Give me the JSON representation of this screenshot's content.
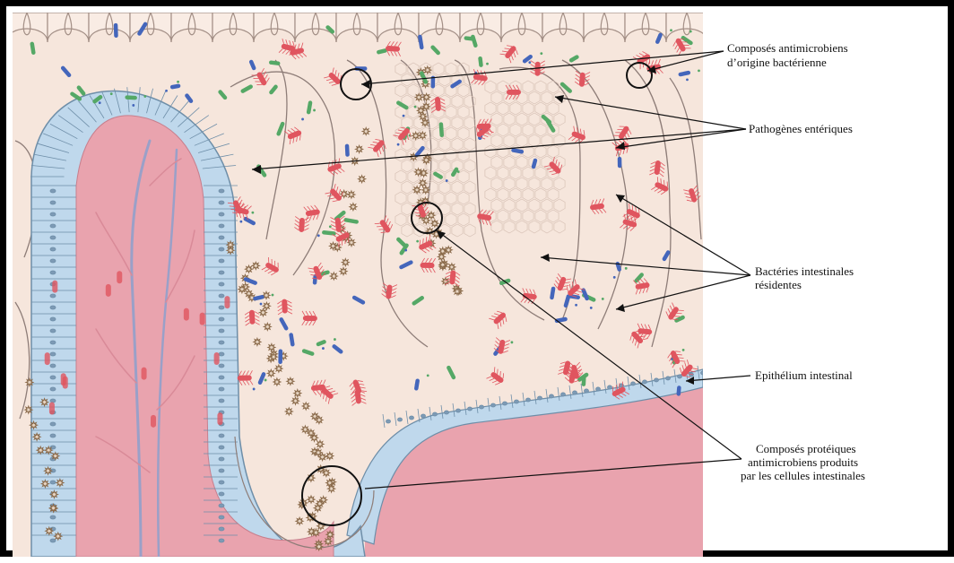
{
  "labels": {
    "antimicrobial_bacterial": {
      "line1": "Composés antimicrobiens",
      "line2": "d’origine bactérienne"
    },
    "enteric_pathogens": "Pathogènes entériques",
    "resident_bacteria": {
      "line1": "Bactéries intestinales",
      "line2": "résidentes"
    },
    "epithelium": "Epithélium  intestinal",
    "protein_compounds": {
      "line1": "Composés protéiques",
      "line2": "antimicrobiens produits",
      "line3": "par les cellules intestinales"
    }
  },
  "colors": {
    "frame": "#000000",
    "mucus_background": "#f6e6dc",
    "tissue_pink": "#e9a3ae",
    "tissue_pink_dark": "#d98a98",
    "epithelium_blue": "#bfd8ec",
    "epithelium_outline": "#6e8ea8",
    "pathogen_red": "#e0555f",
    "bacteria_blue": "#4466bb",
    "bacteria_green": "#55a866",
    "antimicrobial_brown": "#8a6a4a",
    "vessel": "#9aa0c8",
    "leader_line": "#111111"
  },
  "icons": [
    "crypt-illustration",
    "pathogen-icon",
    "bacteria-rod-icon",
    "antimicrobial-peptide-icon",
    "highlight-circle-icon"
  ]
}
